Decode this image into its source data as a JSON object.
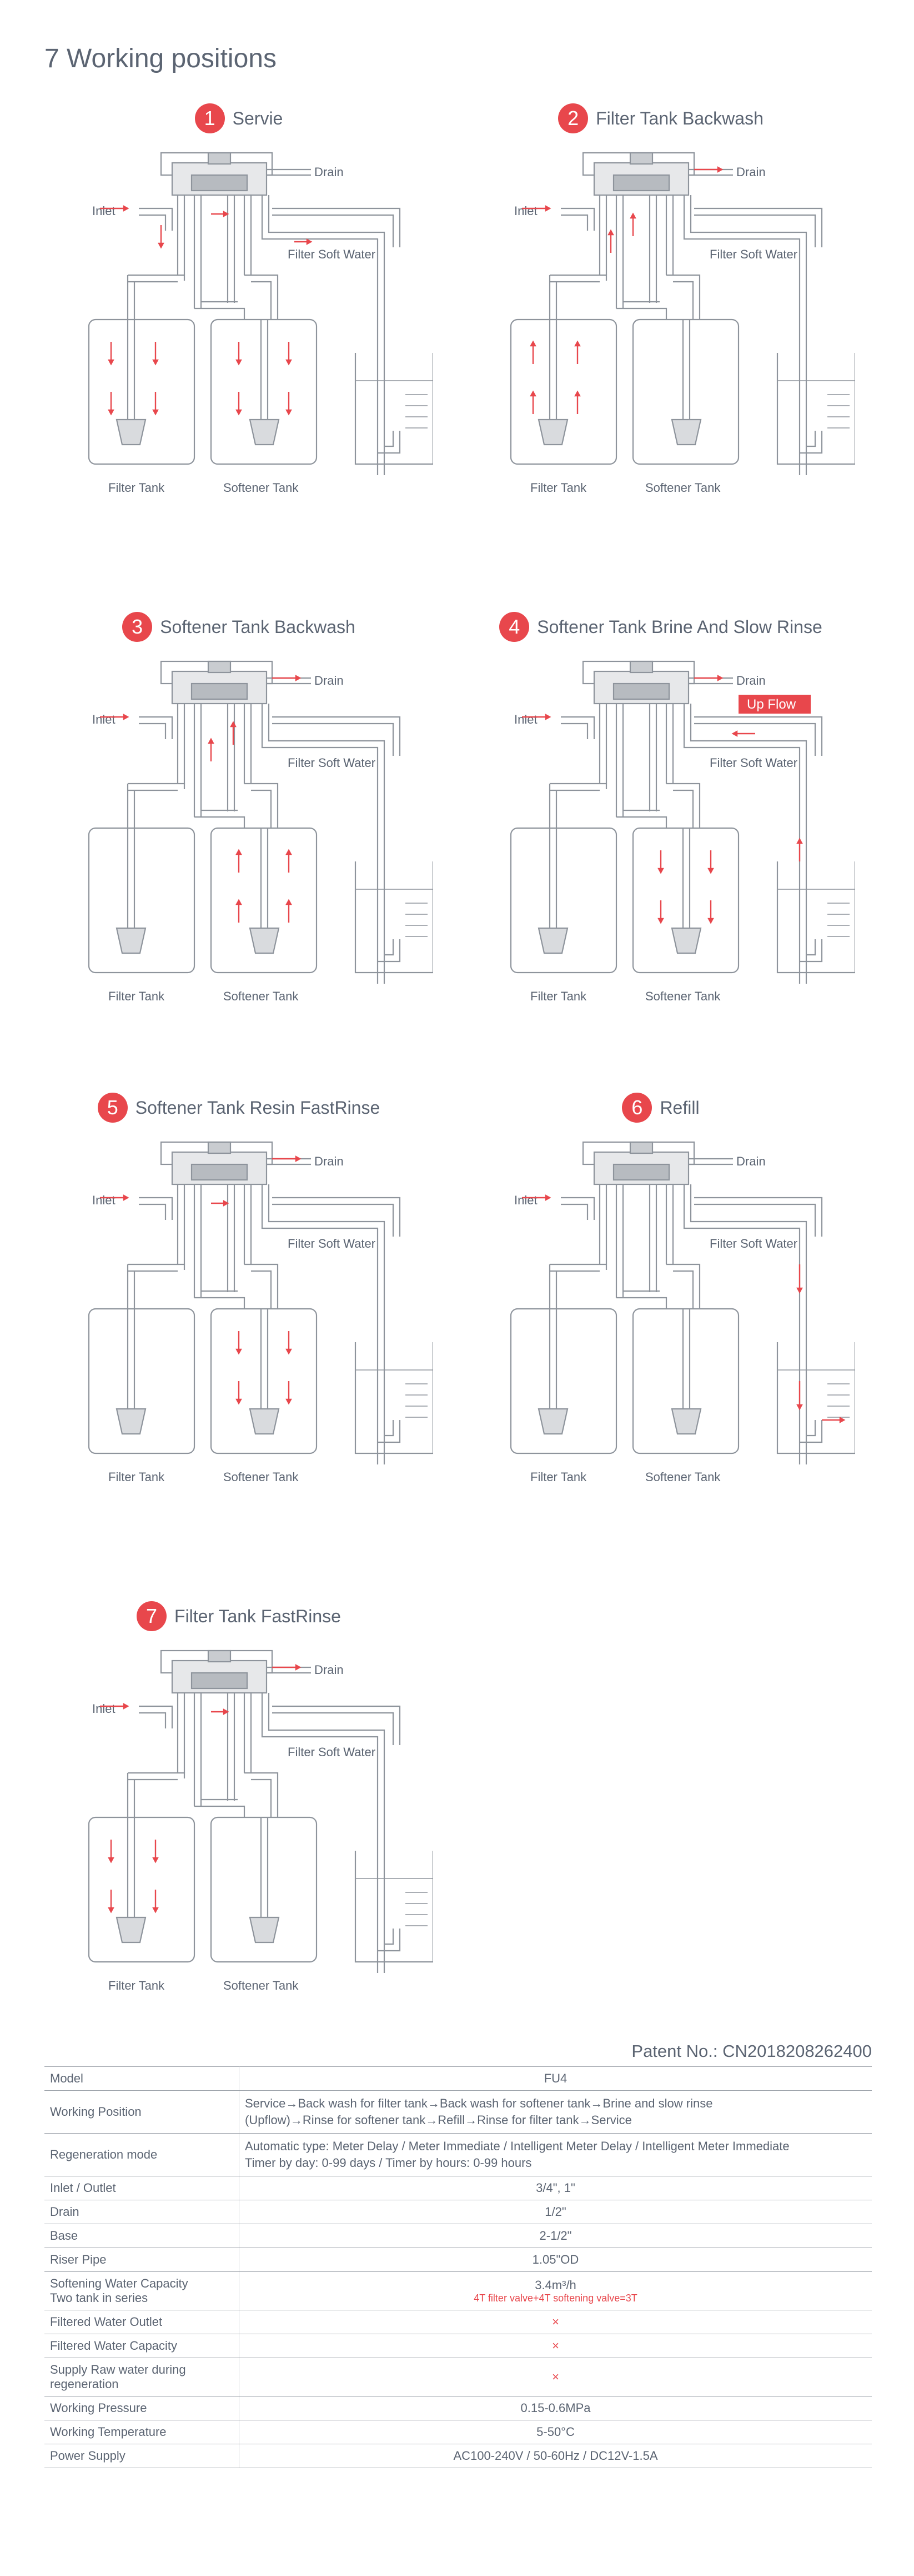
{
  "page_title": "7 Working positions",
  "diagram_labels": {
    "drain": "Drain",
    "inlet": "Inlet",
    "filter_soft_water": "Filter Soft Water",
    "filter_tank": "Filter Tank",
    "softener_tank": "Softener Tank",
    "up_flow": "Up Flow"
  },
  "positions": [
    {
      "num": "1",
      "title": "Servie"
    },
    {
      "num": "2",
      "title": "Filter Tank Backwash"
    },
    {
      "num": "3",
      "title": "Softener Tank Backwash"
    },
    {
      "num": "4",
      "title": "Softener Tank Brine And Slow Rinse"
    },
    {
      "num": "5",
      "title": "Softener Tank Resin FastRinse"
    },
    {
      "num": "6",
      "title": "Refill"
    },
    {
      "num": "7",
      "title": "Filter Tank FastRinse"
    }
  ],
  "patent": "Patent No.: CN2018208262400",
  "spec_table": {
    "rows": [
      {
        "key": "Model",
        "value": "FU4"
      },
      {
        "key": "Working Position",
        "value": "Service→Back wash for filter tank→Back wash for softener tank→Brine and slow rinse",
        "value2": "(Upflow)→Rinse for softener tank→Refill→Rinse for filter tank→Service"
      },
      {
        "key": "Regeneration mode",
        "value": "Automatic type: Meter Delay / Meter Immediate / Intelligent Meter Delay / Intelligent Meter Immediate",
        "value2": "Timer by day: 0-99 days / Timer by hours: 0-99 hours"
      },
      {
        "key": "Inlet / Outlet",
        "value": "3/4\", 1\""
      },
      {
        "key": "Drain",
        "value": "1/2\""
      },
      {
        "key": "Base",
        "value": "2-1/2\""
      },
      {
        "key": "Riser Pipe",
        "value": "1.05\"OD"
      },
      {
        "key": "Softening Water Capacity",
        "key2": "Two tank in series",
        "value": "3.4m³/h",
        "value2": "4T filter valve+4T softening valve=3T"
      },
      {
        "key": "Filtered Water Outlet",
        "value": "×"
      },
      {
        "key": "Filtered Water Capacity",
        "value": "×"
      },
      {
        "key": "Supply Raw water during",
        "key2": "regeneration",
        "value": "×"
      },
      {
        "key": "Working Pressure",
        "value": "0.15-0.6MPa"
      },
      {
        "key": "Working Temperature",
        "value": "5-50°C"
      },
      {
        "key": "Power Supply",
        "value": "AC100-240V / 50-60Hz / DC12V-1.5A"
      }
    ]
  },
  "colors": {
    "accent": "#e8474c",
    "text": "#5b6472",
    "line": "#9aa0a8"
  }
}
